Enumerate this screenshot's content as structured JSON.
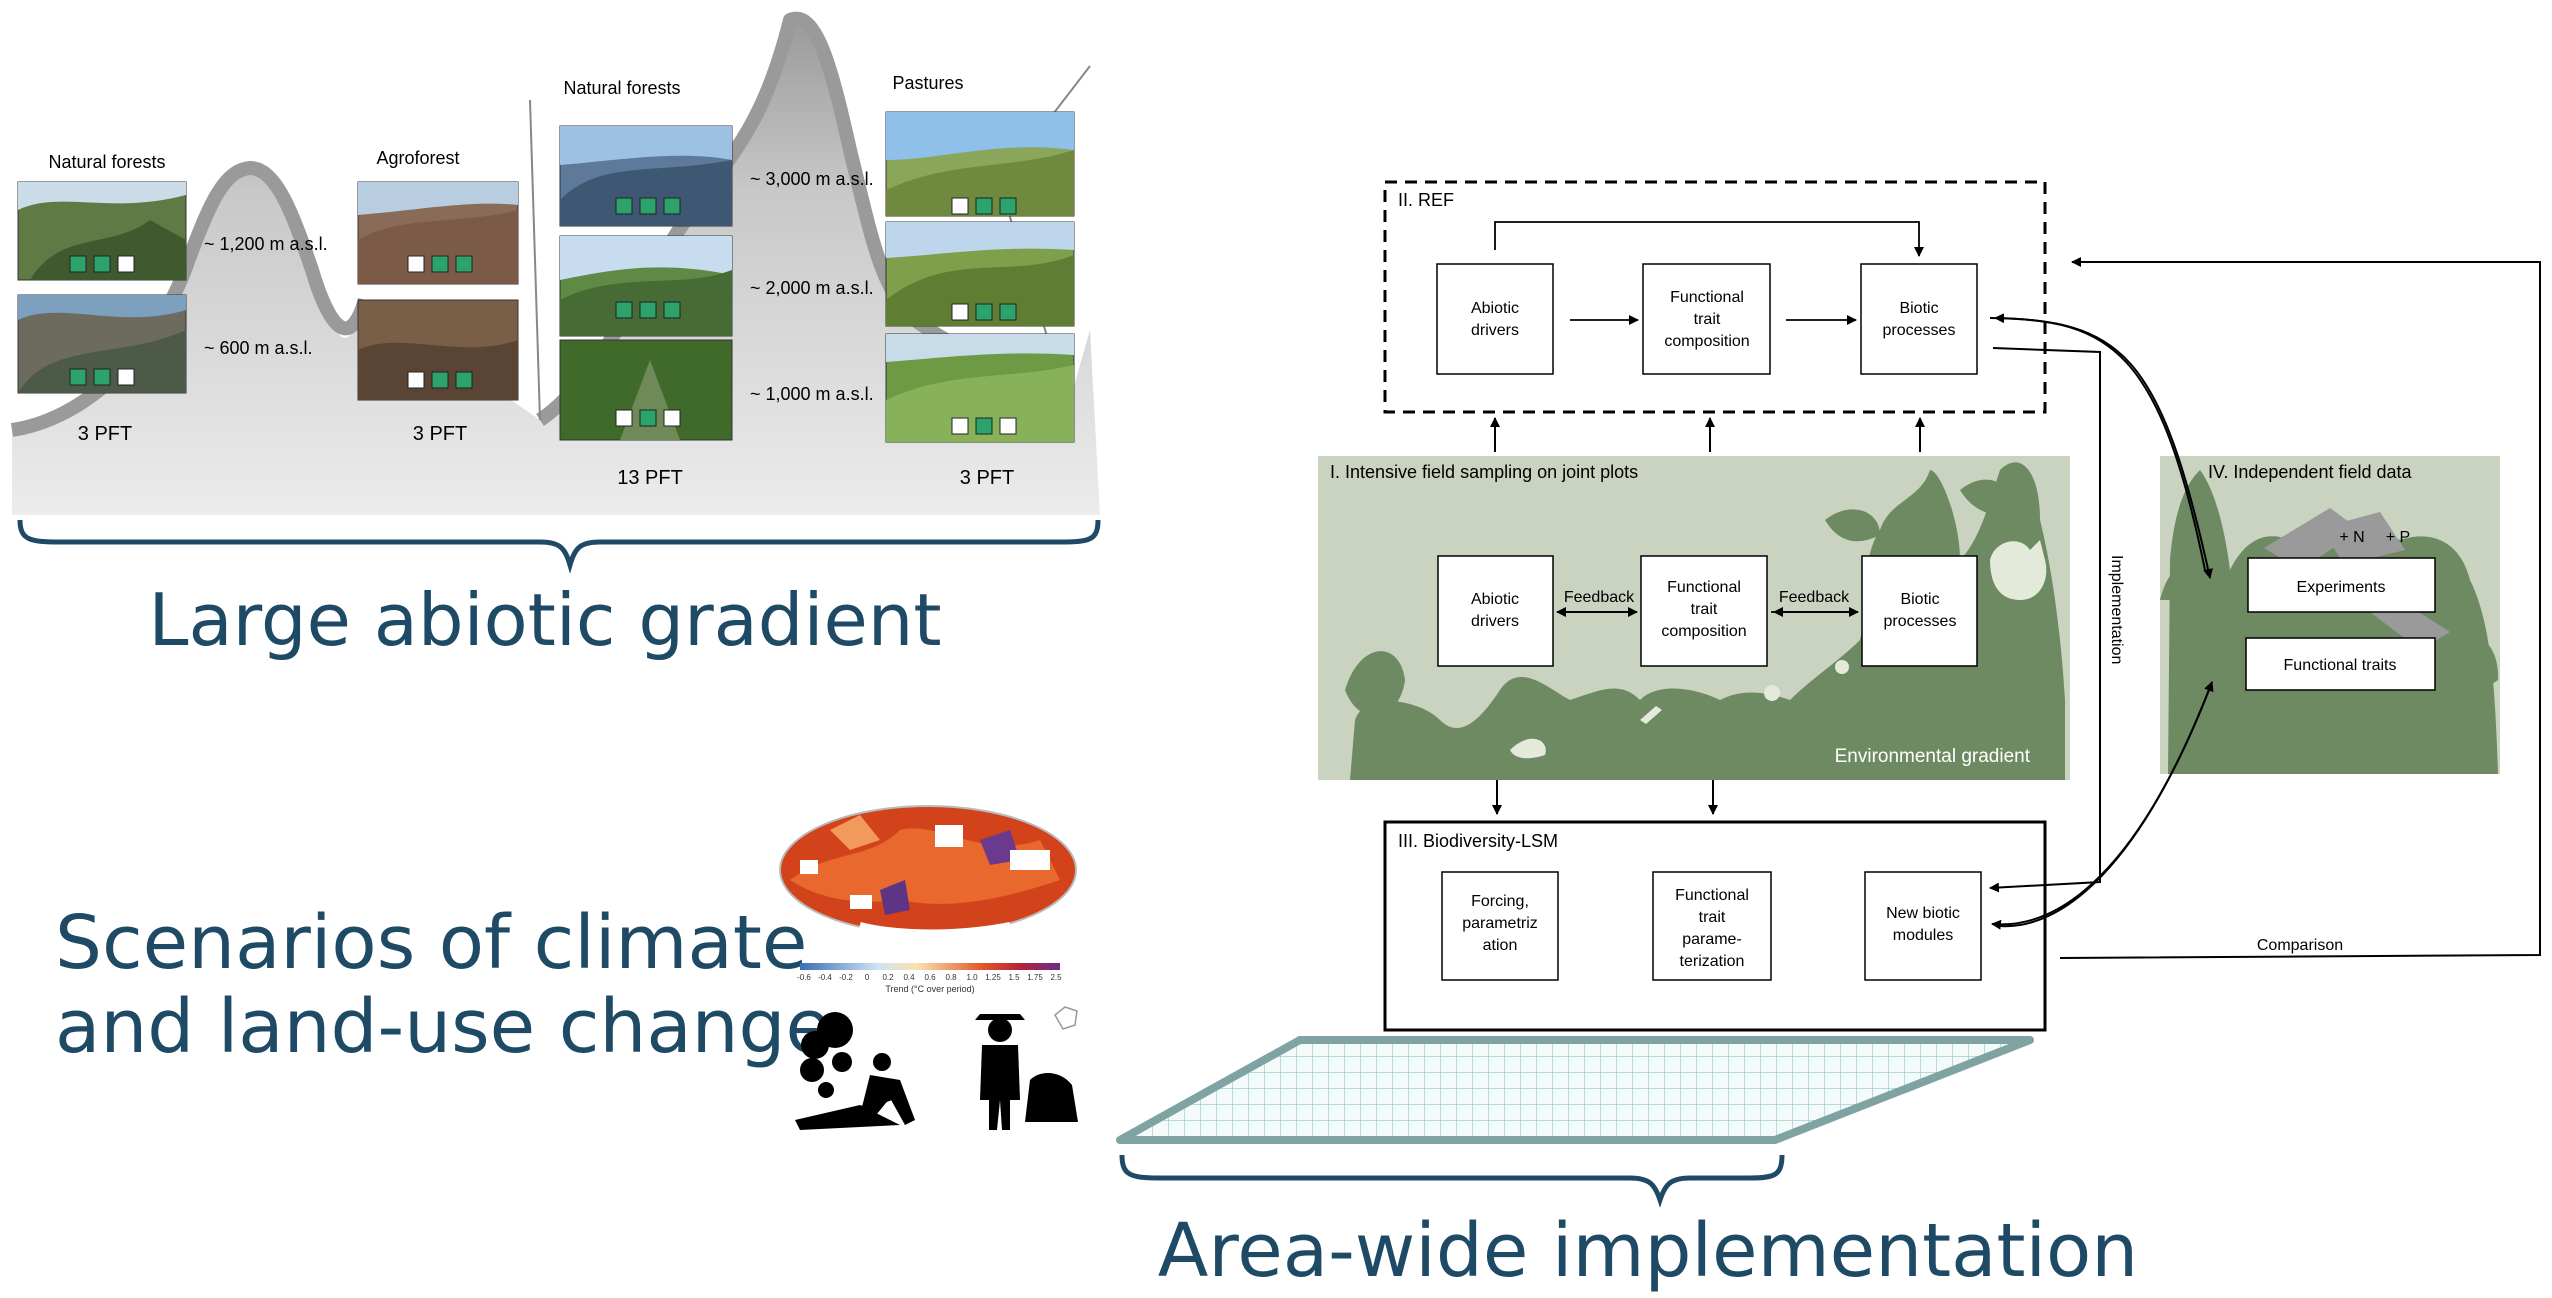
{
  "gradient": {
    "title": "Large abiotic gradient",
    "sites": [
      {
        "label": "Natural forests",
        "pft": "3 PFT"
      },
      {
        "label": "Agroforest",
        "pft": "3 PFT"
      },
      {
        "label": "Natural forests",
        "pft": "13 PFT"
      },
      {
        "label": "Pastures",
        "pft": "3 PFT"
      }
    ],
    "elevations": {
      "e1200": "~ 1,200 m a.s.l.",
      "e600": "~ 600 m a.s.l.",
      "e3000": "~ 3,000 m a.s.l.",
      "e2000": "~ 2,000 m a.s.l.",
      "e1000": "~ 1,000 m a.s.l."
    }
  },
  "scenarios": {
    "line1": "Scenarios of climate",
    "line2": "and land-use change",
    "map_legend_title": "Trend (°C over period)",
    "map_legend_ticks": [
      "-0.6",
      "-0.4",
      "-0.2",
      "0",
      "0.2",
      "0.4",
      "0.6",
      "0.8",
      "1.0",
      "1.25",
      "1.5",
      "1.75",
      "2.5"
    ]
  },
  "implementation_title": "Area-wide implementation",
  "ref": {
    "title": "II. REF",
    "abiotic": [
      "Abiotic",
      "drivers"
    ],
    "functional": [
      "Functional",
      "trait",
      "composition"
    ],
    "biotic": [
      "Biotic",
      "processes"
    ]
  },
  "intensive": {
    "title": "I. Intensive field sampling on joint plots",
    "abiotic": [
      "Abiotic",
      "drivers"
    ],
    "functional": [
      "Functional",
      "trait",
      "composition"
    ],
    "biotic": [
      "Biotic",
      "processes"
    ],
    "feedback1": "Feedback",
    "feedback2": "Feedback",
    "env_gradient": "Environmental gradient"
  },
  "lsm": {
    "title": "III. Biodiversity-LSM",
    "forcing": [
      "Forcing,",
      "parametriz",
      "ation"
    ],
    "functional": [
      "Functional",
      "trait",
      "parame-",
      "terization"
    ],
    "new_biotic": [
      "New biotic",
      "modules"
    ]
  },
  "independent": {
    "title": "IV.  Independent field data",
    "experiments": "Experiments",
    "traits": "Functional traits",
    "n": "+ N",
    "p": "+ P"
  },
  "arrows": {
    "implementation": "Implementation",
    "comparison": "Comparison"
  },
  "colors": {
    "title_blue": "#1e4a66",
    "field_green": "#c9d3c0",
    "silhouette_green": "#6e8a63",
    "mountain_grey": "#b5b5b5",
    "plot_green": "#2ca36b",
    "grid_teal": "#7fa3a3"
  }
}
